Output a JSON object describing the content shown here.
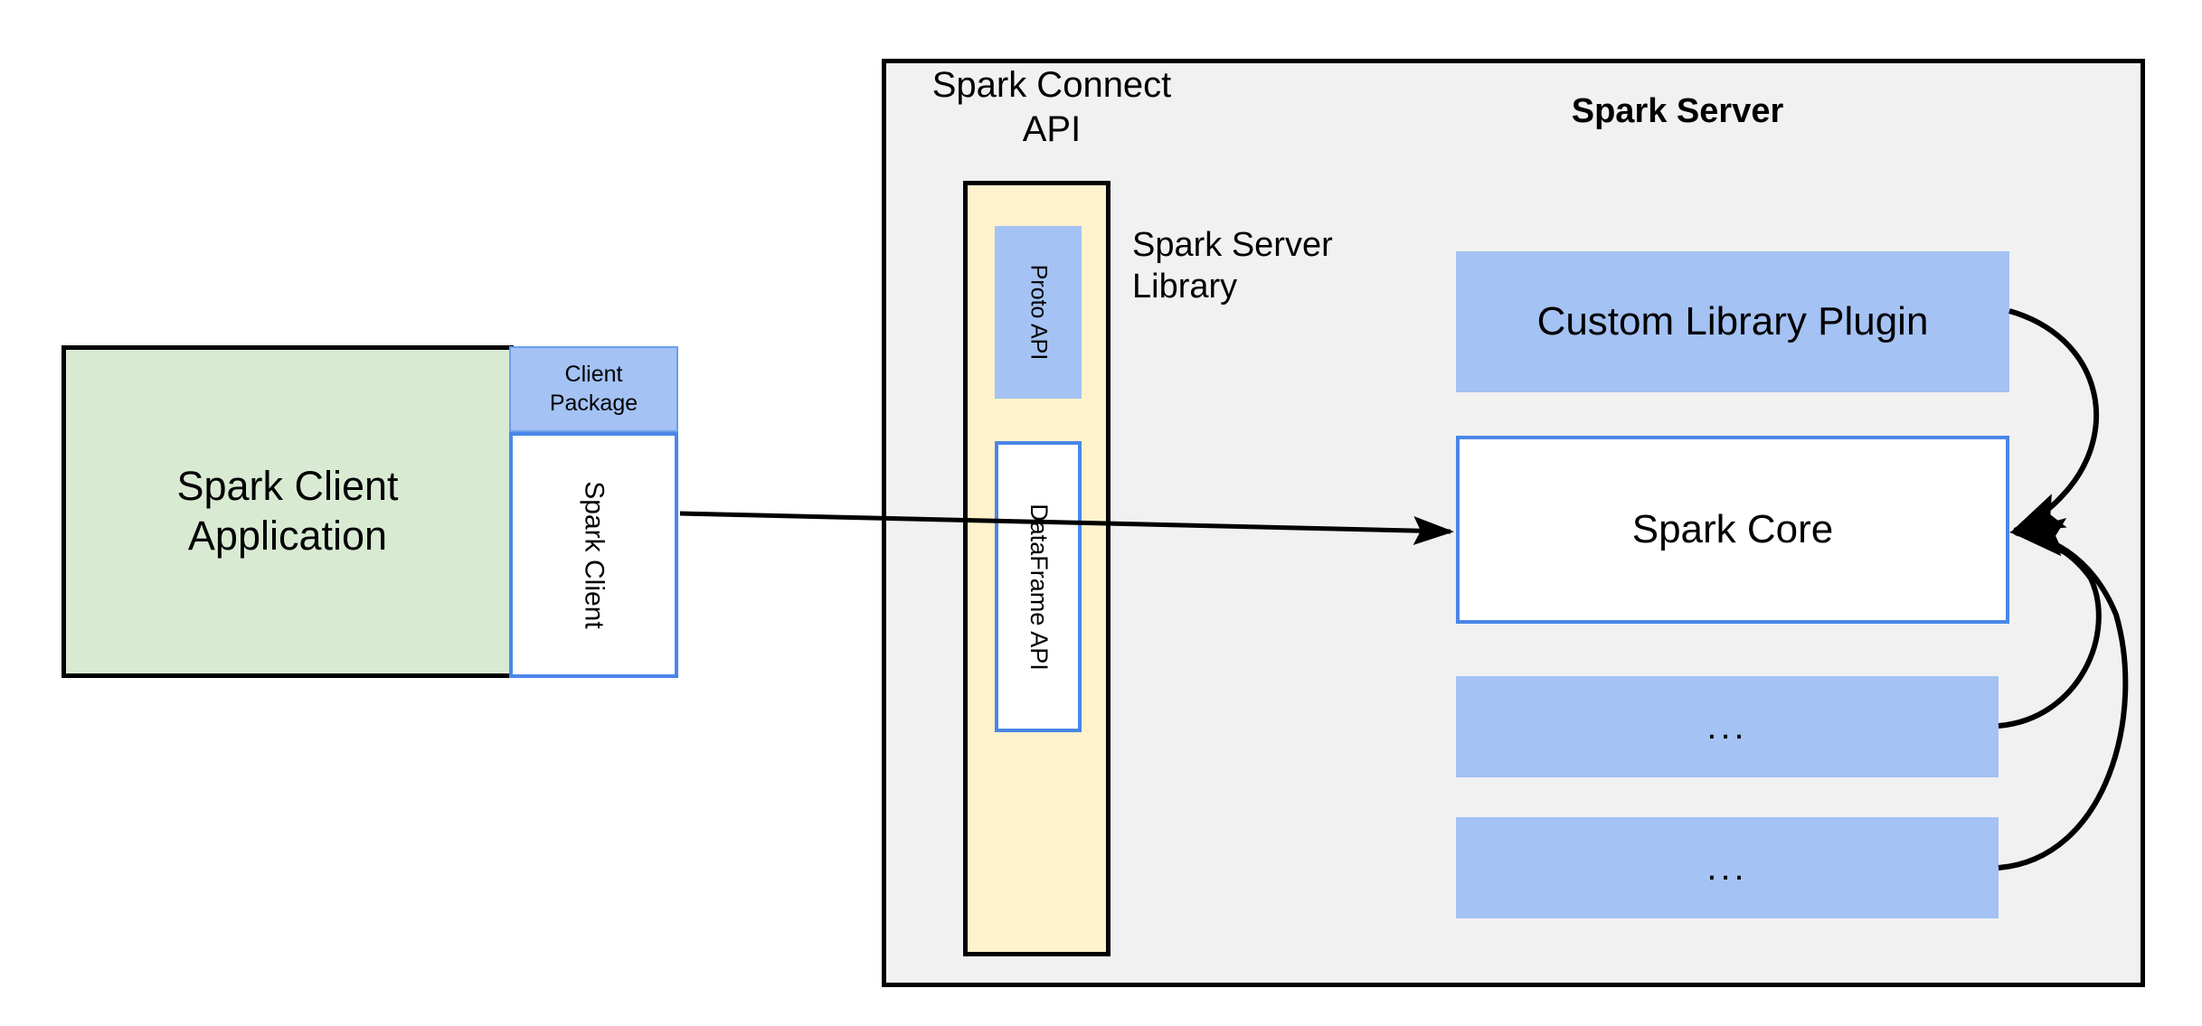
{
  "diagram": {
    "title": "Spark Connect architecture",
    "colors": {
      "client_app_fill": "#D9EAD3",
      "package_fill": "#A4C2F4",
      "connect_column_fill": "#FFF2CC",
      "server_container_fill": "#F1F1F1",
      "box_border_blue": "#4A86E8",
      "outline_black": "#000000",
      "white": "#FFFFFF"
    }
  },
  "client": {
    "application_label": "Spark Client\nApplication",
    "application_line1": "Spark Client",
    "application_line2": "Application",
    "package_line1": "Client",
    "package_line2": "Package",
    "spark_client_label": "Spark Client"
  },
  "server": {
    "container_title": "Spark Server",
    "connect_api_line1": "Spark Connect",
    "connect_api_line2": "API",
    "server_library_line1": "Spark Server",
    "server_library_line2": "Library",
    "proto_api_label": "Proto API",
    "dataframe_api_label": "DataFrame API",
    "stack": [
      {
        "label": "Custom Library Plugin",
        "style": "filled-blue"
      },
      {
        "label": "Spark Core",
        "style": "white-blue-border"
      },
      {
        "label": "...",
        "style": "filled-blue"
      },
      {
        "label": "...",
        "style": "filled-blue"
      }
    ]
  },
  "connections": [
    {
      "name": "client-to-core",
      "from": "Spark Client",
      "to": "Spark Core",
      "kind": "straight-arrow"
    },
    {
      "name": "plugin-to-core",
      "from": "Custom Library Plugin",
      "to": "Spark Core",
      "kind": "curved-arrow"
    },
    {
      "name": "ellipsis1-to-core",
      "from": "...",
      "to": "Spark Core",
      "kind": "curved-arrow"
    },
    {
      "name": "ellipsis2-to-core",
      "from": "...",
      "to": "Spark Core",
      "kind": "curved-arrow"
    }
  ]
}
